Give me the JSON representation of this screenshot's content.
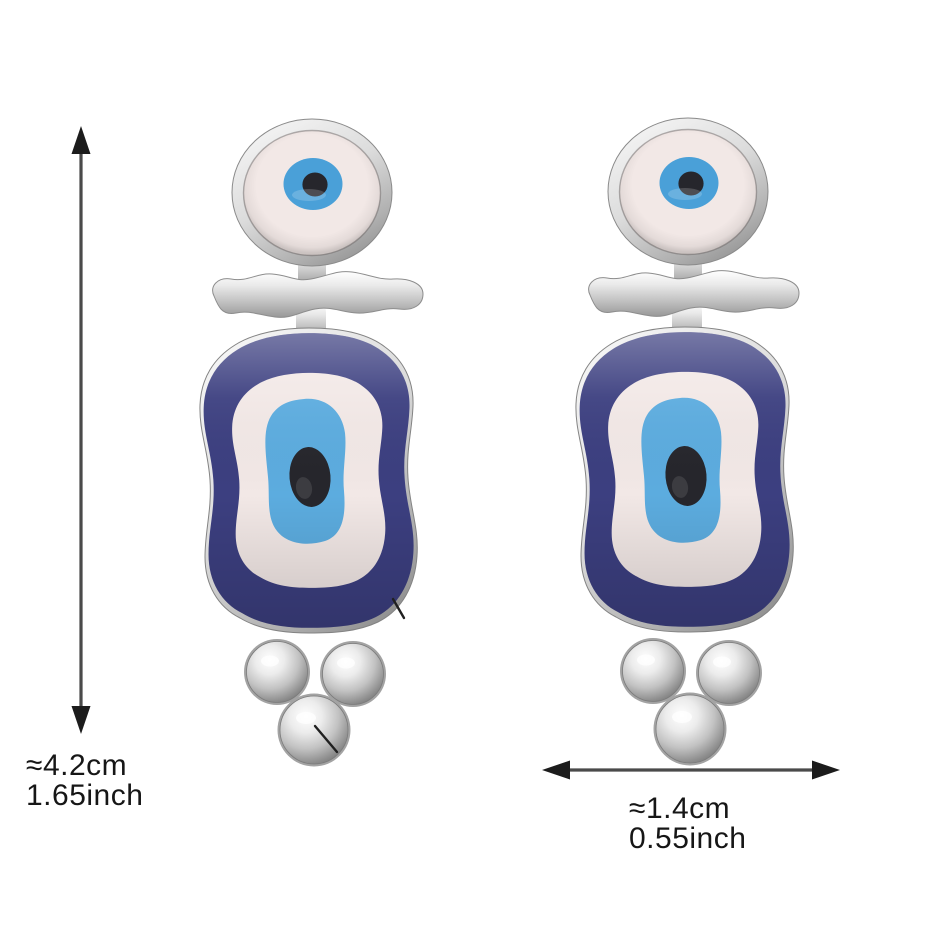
{
  "product": {
    "item": "pair-of-evil-eye-drop-earrings"
  },
  "measurements": {
    "height": {
      "cm": "≈4.2cm",
      "inch": "1.65inch"
    },
    "width": {
      "cm": "≈1.4cm",
      "inch": "0.55inch"
    }
  },
  "colors": {
    "background": "#ffffff",
    "silver_light": "#f4f4f4",
    "silver_mid": "#c6c6c6",
    "silver_dark": "#8f8f8f",
    "navy": "#3c3f80",
    "enamel_cream": "#f2e8e6",
    "iris_blue_small": "#4aa0d8",
    "iris_blue_large": "#5cacdf",
    "pupil_black": "#26262c",
    "arrow_line": "#4a4a4a",
    "arrow_head": "#1c1c1c",
    "text": "#161616"
  }
}
